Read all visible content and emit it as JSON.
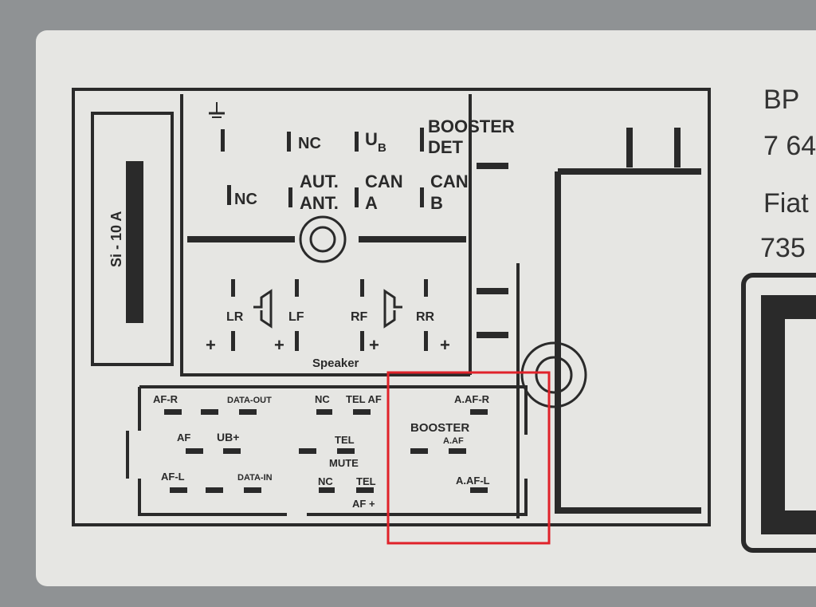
{
  "fuse": {
    "label": "Si - 10 A"
  },
  "top_connector": {
    "row1": [
      "NC",
      "U",
      "B",
      "BOOSTER",
      "DET"
    ],
    "row2": [
      "NC",
      "AUT.",
      "ANT.",
      "CAN",
      "A",
      "CAN",
      "B"
    ]
  },
  "speakers": {
    "labels": [
      "LR",
      "LF",
      "RF",
      "RR"
    ],
    "title": "Speaker",
    "minus": "-",
    "plus": "+"
  },
  "bottom_connector": {
    "left": [
      "AF-R",
      "DATA-OUT",
      "NC",
      "TEL AF",
      "AF",
      "UB+",
      "TEL",
      "MUTE",
      "AF-L",
      "DATA-IN",
      "NC",
      "TEL",
      "AF +"
    ],
    "booster": [
      "A.AF-R",
      "BOOSTER",
      "A.AF",
      "A.AF-L"
    ]
  },
  "side_text": [
    "BP",
    "7 64",
    "Fiat",
    "735"
  ],
  "highlight": {
    "color": "#e0222a"
  }
}
